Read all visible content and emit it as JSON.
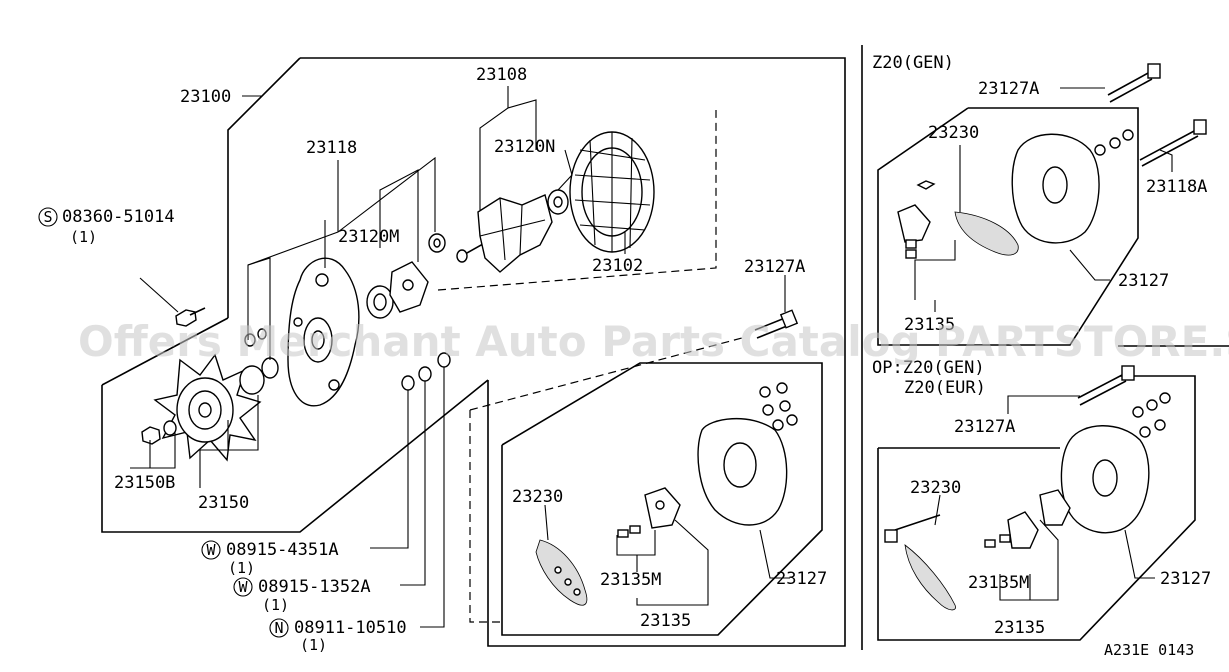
{
  "labels": {
    "p23100": "23100",
    "p23108": "23108",
    "p23118": "23118",
    "p23120N": "23120N",
    "p23120M": "23120M",
    "p23102": "23102",
    "p23127A_main": "23127A",
    "p08360": "08360-51014",
    "p08360_qty": "(1)",
    "p23150B": "23150B",
    "p23150": "23150",
    "p08915_4351A": "08915-4351A",
    "p08915_4351A_qty": "(1)",
    "p08915_1352A": "08915-1352A",
    "p08915_1352A_qty": "(1)",
    "p08911": "08911-10510",
    "p08911_qty": "(1)",
    "p23230_main": "23230",
    "p23135M_main": "23135M",
    "p23135_main": "23135",
    "p23127_main": "23127",
    "z20gen_title": "Z20(GEN)",
    "p23127A_r1": "23127A",
    "p23230_r1": "23230",
    "p23118A_r1": "23118A",
    "p23127_r1": "23127",
    "p23135_r1": "23135",
    "op_title_1": "OP:Z20(GEN)",
    "op_title_2": "Z20(EUR)",
    "p23127A_r2": "23127A",
    "p23230_r2": "23230",
    "p23135M_r2": "23135M",
    "p23135_r2": "23135",
    "p23127_r2": "23127",
    "diagram_code": "A231E 0143"
  },
  "symbols": {
    "s": "S",
    "w": "W",
    "n": "N"
  },
  "watermark": "Offers Merchant Auto Parts Catalog PARTSTORE.SA"
}
